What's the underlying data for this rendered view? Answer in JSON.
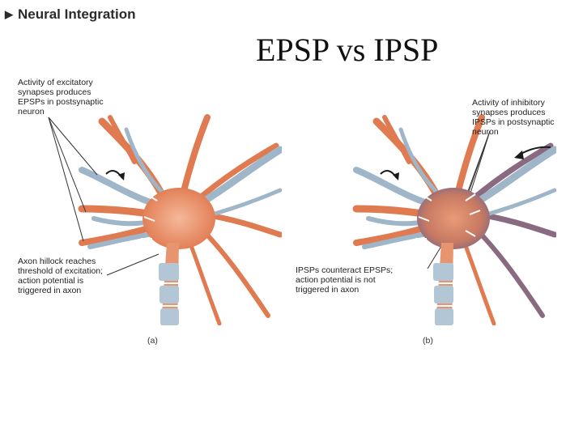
{
  "header": {
    "section": "Neural Integration"
  },
  "slide": {
    "title": "EPSP vs IPSP"
  },
  "panel_a": {
    "caption": "(a)",
    "top_label": "Activity of excitatory\nsynapses produces\nEPSPs in postsynaptic\nneuron",
    "bottom_label": "Axon hillock reaches\nthreshold of excitation;\naction potential is\ntriggered in axon"
  },
  "panel_b": {
    "caption": "(b)",
    "top_label": "Activity of inhibitory\nsynapses produces\nIPSPs in postsynaptic\nneuron",
    "bottom_label": "IPSPs counteract EPSPs;\naction potential is not\ntriggered in axon"
  },
  "colors": {
    "neuron": "#e07a50",
    "excitatory_axon": "#9fb5c8",
    "inhibitory_region": "#8a6a80",
    "leader": "#333333"
  }
}
